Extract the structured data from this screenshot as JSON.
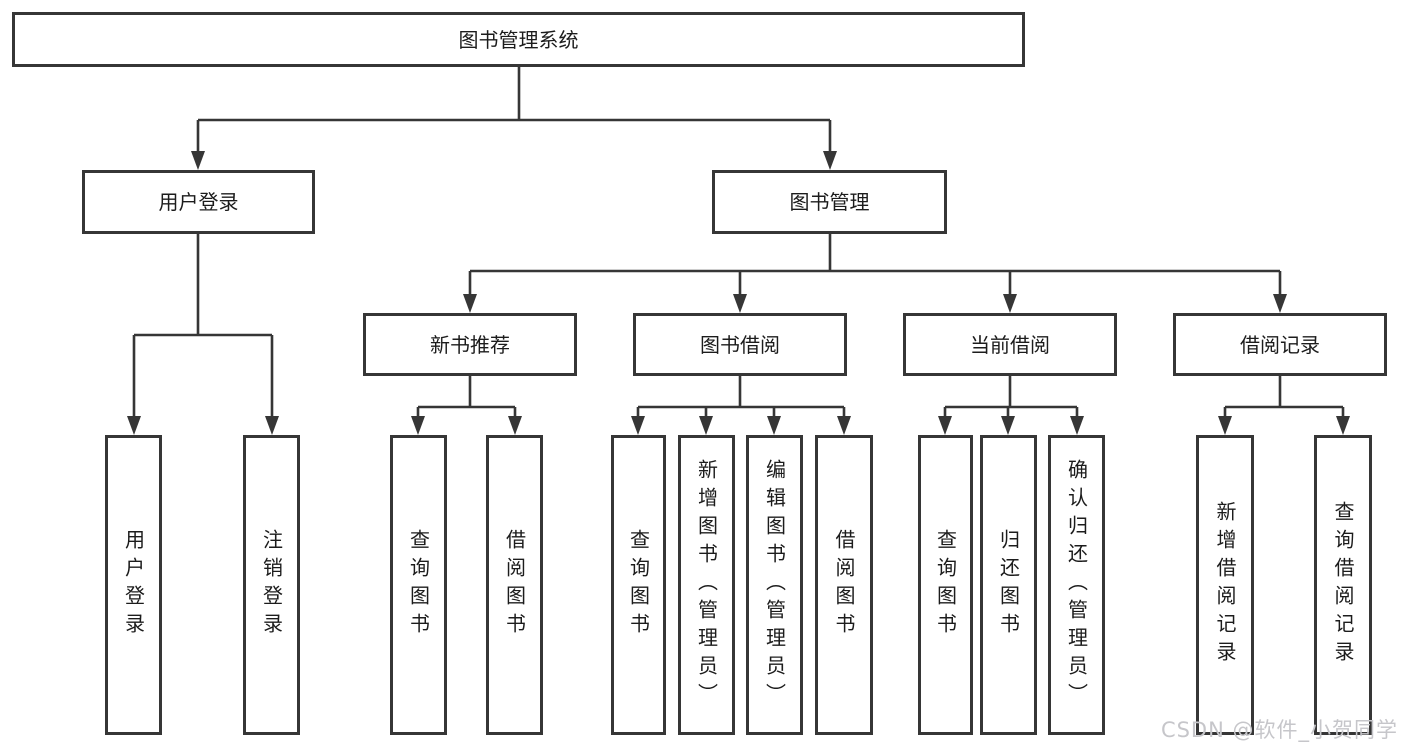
{
  "diagram_title": "图书管理系统",
  "colors": {
    "line": "#363636",
    "text": "#1c1c1c",
    "background": "#ffffff",
    "watermark": "#c6c6ca"
  },
  "watermark": {
    "text": "CSDN @软件_小贺同学"
  },
  "tree": {
    "root": {
      "label": "图书管理系统"
    },
    "level2": [
      {
        "label": "用户登录",
        "parent": "图书管理系统"
      },
      {
        "label": "图书管理",
        "parent": "图书管理系统"
      }
    ],
    "level3": [
      {
        "label": "新书推荐",
        "parent": "图书管理"
      },
      {
        "label": "图书借阅",
        "parent": "图书管理"
      },
      {
        "label": "当前借阅",
        "parent": "图书管理"
      },
      {
        "label": "借阅记录",
        "parent": "图书管理"
      }
    ],
    "leaves": [
      {
        "label": "用户登录",
        "parent": "用户登录"
      },
      {
        "label": "注销登录",
        "parent": "用户登录"
      },
      {
        "label": "查询图书",
        "parent": "新书推荐"
      },
      {
        "label": "借阅图书",
        "parent": "新书推荐"
      },
      {
        "label": "查询图书",
        "parent": "图书借阅"
      },
      {
        "label": "新增图书（管理员）",
        "parent": "图书借阅"
      },
      {
        "label": "编辑图书（管理员）",
        "parent": "图书借阅"
      },
      {
        "label": "借阅图书",
        "parent": "图书借阅"
      },
      {
        "label": "查询图书",
        "parent": "当前借阅"
      },
      {
        "label": "归还图书",
        "parent": "当前借阅"
      },
      {
        "label": "确认归还（管理员）",
        "parent": "当前借阅"
      },
      {
        "label": "新增借阅记录",
        "parent": "借阅记录"
      },
      {
        "label": "查询借阅记录",
        "parent": "借阅记录"
      }
    ]
  }
}
